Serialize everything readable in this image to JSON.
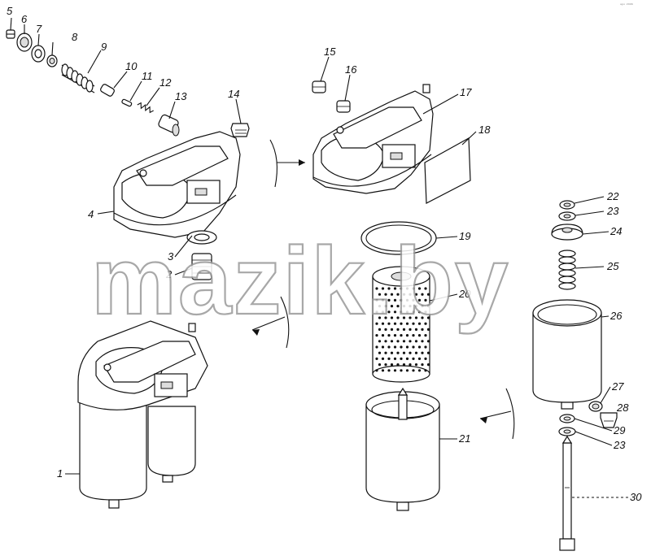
{
  "labels": [
    "5",
    "6",
    "7",
    "8",
    "9",
    "10",
    "11",
    "12",
    "13",
    "14",
    "15",
    "16",
    "17",
    "18",
    "4",
    "3",
    "2",
    "19",
    "20",
    "21",
    "22",
    "23",
    "24",
    "25",
    "26",
    "27",
    "28",
    "29",
    "23",
    "30",
    "1"
  ],
  "watermark": "mazik.by",
  "corner_mark": "ᵃᵖᵒ ²⁰⁰⁶"
}
